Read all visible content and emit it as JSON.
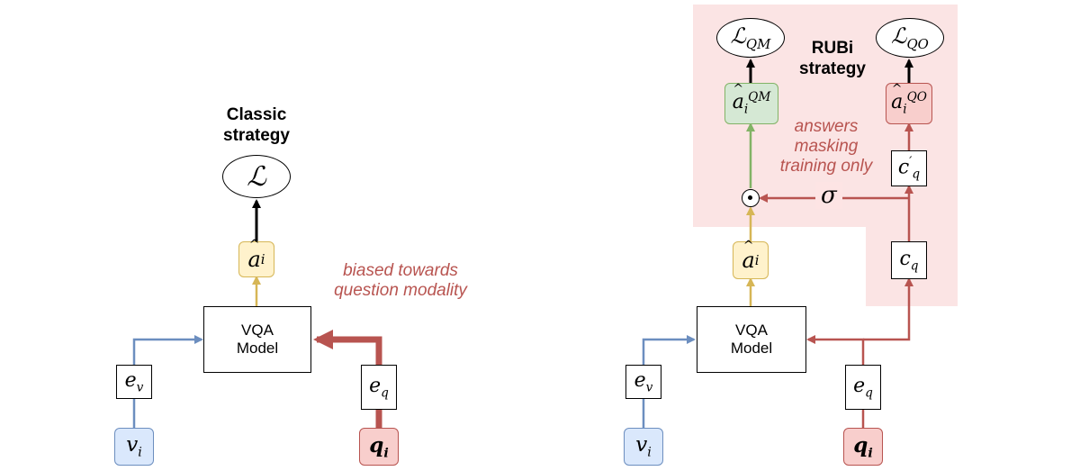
{
  "colors": {
    "question_path": "#b85450",
    "visual_path": "#6c8ebf",
    "prediction_path": "#d6b656",
    "masked_path": "#82b366",
    "rubi_region": "#fbe4e4"
  },
  "left": {
    "title_line1": "Classic",
    "title_line2": "strategy",
    "loss": {
      "symbol": "ℒ"
    },
    "answer": {
      "base": "a",
      "sub": "i"
    },
    "model_line1": "VQA",
    "model_line2": "Model",
    "ev": {
      "base": "e",
      "sub": "v"
    },
    "eq": {
      "base": "e",
      "sub": "q"
    },
    "vi": {
      "base": "v",
      "sub": "i"
    },
    "qi": {
      "base": "q",
      "sub": "i"
    },
    "bias_line1": "biased towards",
    "bias_line2": "question modality"
  },
  "right": {
    "title_line1": "RUBi",
    "title_line2": "strategy",
    "loss_qm": {
      "symbol": "ℒ",
      "sub": "QM"
    },
    "loss_qo": {
      "symbol": "ℒ",
      "sub": "QO"
    },
    "answer_qm": {
      "base": "a",
      "sub": "i",
      "sup": "QM"
    },
    "answer_qo": {
      "base": "a",
      "sub": "i",
      "sup": "QO"
    },
    "answer": {
      "base": "a",
      "sub": "i"
    },
    "cq_prime": {
      "base": "c",
      "prime": "′",
      "sub": "q"
    },
    "cq": {
      "base": "c",
      "sub": "q"
    },
    "sigma": "σ",
    "mask_line1": "answers",
    "mask_line2": "masking",
    "mask_line3": "training only",
    "model_line1": "VQA",
    "model_line2": "Model",
    "ev": {
      "base": "e",
      "sub": "v"
    },
    "eq": {
      "base": "e",
      "sub": "q"
    },
    "vi": {
      "base": "v",
      "sub": "i"
    },
    "qi": {
      "base": "q",
      "sub": "i"
    }
  }
}
